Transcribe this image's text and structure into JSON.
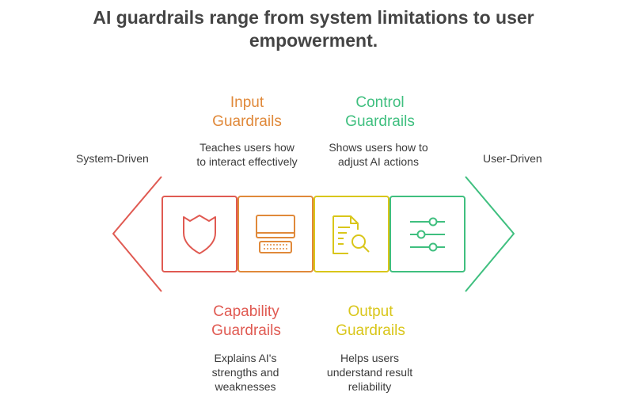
{
  "title": {
    "line1": "AI guardrails range from system limitations to user",
    "line2": "empowerment."
  },
  "left_end": {
    "label": "System-Driven",
    "color": "#e05a52"
  },
  "right_end": {
    "label": "User-Driven",
    "color": "#3fbf7f"
  },
  "stages": [
    {
      "id": "capability",
      "heading": [
        "Capability",
        "Guardrails"
      ],
      "description": [
        "Explains AI's",
        "strengths and",
        "weaknesses"
      ],
      "icon": "shield-icon",
      "color": "#e05a52"
    },
    {
      "id": "input",
      "heading": [
        "Input",
        "Guardrails"
      ],
      "description": [
        "Teaches users how",
        "to interact effectively"
      ],
      "icon": "computer-icon",
      "color": "#e0893a"
    },
    {
      "id": "output",
      "heading": [
        "Output",
        "Guardrails"
      ],
      "description": [
        "Helps users",
        "understand result",
        "reliability"
      ],
      "icon": "document-search-icon",
      "color": "#d9c61a"
    },
    {
      "id": "control",
      "heading": [
        "Control",
        "Guardrails"
      ],
      "description": [
        "Shows users how to",
        "adjust AI actions"
      ],
      "icon": "sliders-icon",
      "color": "#3fbf7f"
    }
  ]
}
